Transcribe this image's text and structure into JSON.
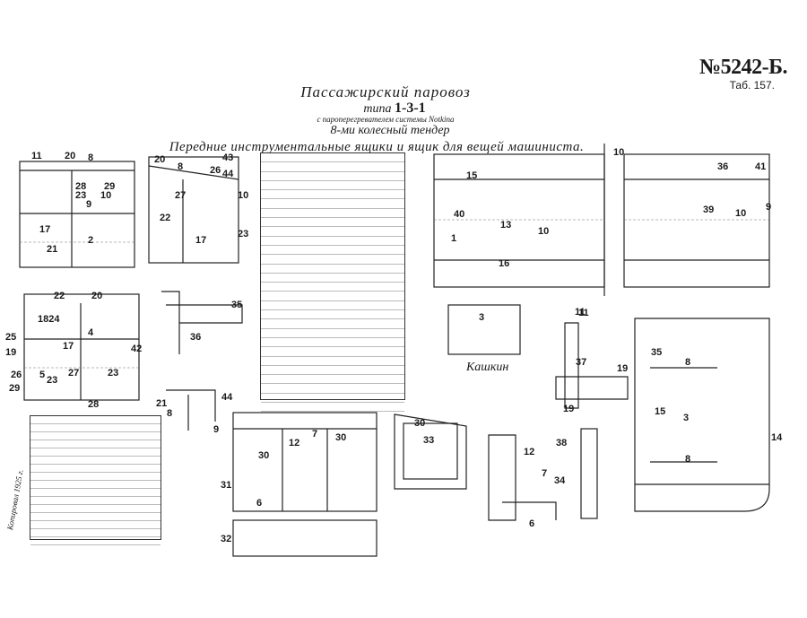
{
  "header": {
    "doc_number": "№5242-Б.",
    "table_number": "Таб. 157."
  },
  "title": {
    "line1": "Пассажирский паровоз",
    "line2_prefix": "типа",
    "line2_type": "1-3-1",
    "line3": "с пароперегревателем системы Notkina",
    "line4": "8-ми колесный тендер",
    "line5": "Передние инструментальные ящики и ящик для вещей машиниста."
  },
  "part_numbers": [
    "11",
    "20",
    "8",
    "28",
    "23",
    "29",
    "9",
    "10",
    "2",
    "17",
    "21",
    "20",
    "8",
    "26",
    "43",
    "44",
    "27",
    "22",
    "17",
    "10",
    "23",
    "22",
    "20",
    "1824",
    "4",
    "25",
    "17",
    "19",
    "42",
    "26",
    "5",
    "27",
    "23",
    "29",
    "23",
    "28",
    "21",
    "36",
    "35",
    "8",
    "44",
    "9",
    "10",
    "15",
    "40",
    "13",
    "10",
    "1",
    "16",
    "11",
    "36",
    "41",
    "39",
    "10",
    "9",
    "3",
    "12",
    "7",
    "30",
    "30",
    "31",
    "6",
    "32",
    "33",
    "30",
    "12",
    "7",
    "34",
    "6",
    "38",
    "11",
    "37",
    "19",
    "19",
    "35",
    "8",
    "15",
    "3",
    "8",
    "14"
  ],
  "signature": "Кашкин",
  "stamp_text": "Копировал 1925 г."
}
